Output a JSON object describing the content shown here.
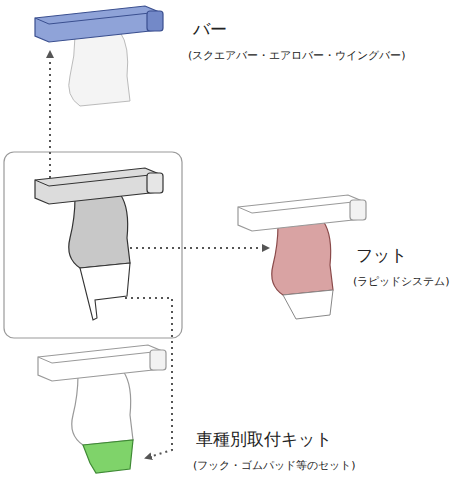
{
  "diagram": {
    "labels": [
      "バー",
      "(スクエアバー・エアロバー・ウイングバー)",
      "フット",
      "(ラピッドシステム)",
      "車種別取付キット",
      "(フック・ゴムパッド等のセット)"
    ]
  }
}
